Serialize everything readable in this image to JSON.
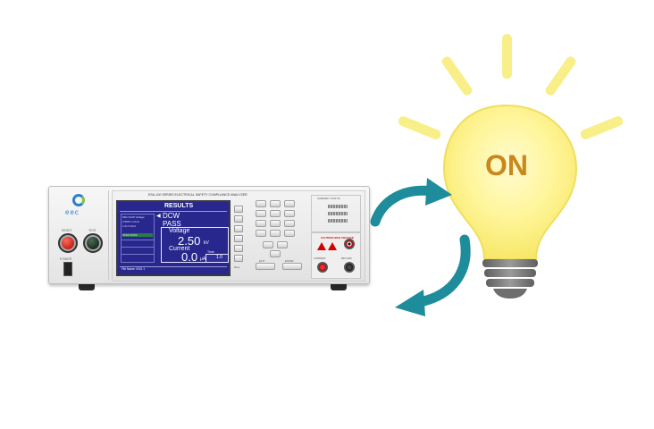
{
  "bulb": {
    "state_text": "ON",
    "glow_color": "#fff59a",
    "text_color": "#c9871c",
    "base_color": "#7c7c7c"
  },
  "arrows": {
    "color": "#1e8c9b"
  },
  "instrument": {
    "brand": "eec",
    "model_line": "ESA-100  SERIES ELECTRICAL SAFETY COMPLIANCE ANALYZER",
    "reset_label": "RESET",
    "test_label": "TEST",
    "power_label": "POWER",
    "screen": {
      "title": "RESULTS",
      "mini_header": "M01  DCW  Voltage",
      "mini_row1": "2.50kV   1.0mA",
      "mini_row2": "1.0s   5.0mA",
      "mini_row3": "PASS  PASS",
      "test_type": "DCW",
      "status": "PASS",
      "voltage_label": "Voltage",
      "voltage_value": "2.50",
      "voltage_unit": "kV",
      "current_label": "Current",
      "current_value": "0.0",
      "current_unit": "μA",
      "time_label": "Time",
      "time_value": "1.0",
      "time_unit": "s",
      "file_line": "File Name: 0001  1",
      "more_label": "More",
      "ok_label": "OK"
    },
    "keys": {
      "exit_label": "EXIT",
      "enter_label": "ENTER"
    },
    "summary_label": "SUMMARY STATUS",
    "caution_label": "CAUTION HIGH VOLTAGE",
    "current_term_label": "CURRENT",
    "return_term_label": "RETURN"
  }
}
